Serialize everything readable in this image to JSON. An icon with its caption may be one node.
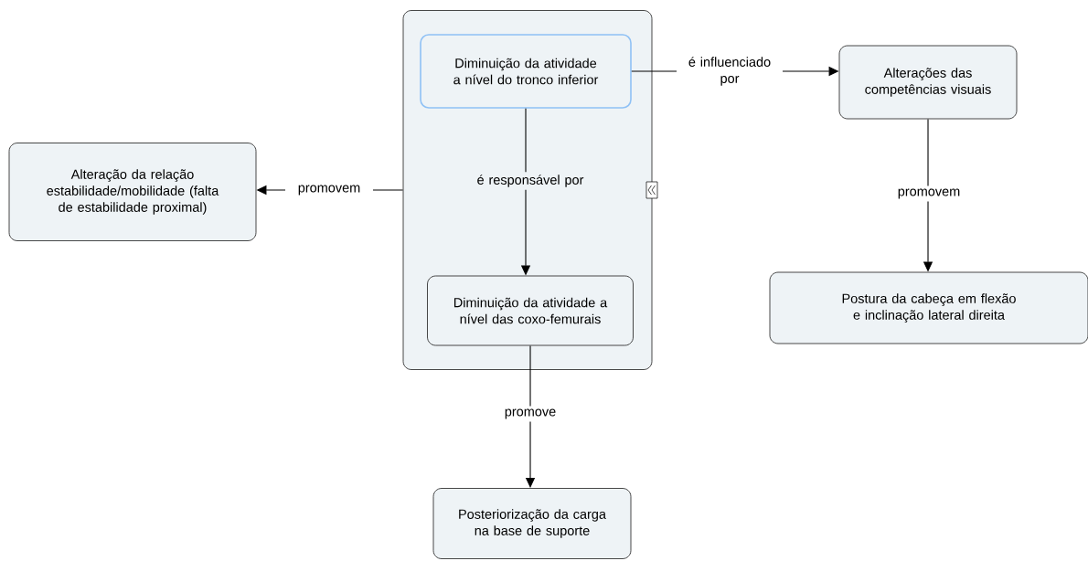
{
  "diagram": {
    "nodes": [
      {
        "text": [],
        "shape": "box"
      },
      {
        "text": [
          "Diminuição da atividade a nível do tronco inferior"
        ],
        "in": 0
      },
      {
        "text": [
          "Diminuição da atividade a nível das coxo-femurais"
        ],
        "in": 0
      },
      {
        "text": [
          "Alteração da relação estabilidade/mobilidade (falta de estabilidade proximal)"
        ]
      },
      {
        "text": [
          "Alterações das competências visuais"
        ]
      },
      {
        "text": [
          "Postura da cabeça em flexão e inclinação lateral direita"
        ]
      },
      {
        "text": [
          "Posteriorização da carga na base de suporte"
        ]
      }
    ],
    "edges": [
      {
        "from": 1,
        "to": 2,
        "arrow": "to",
        "label": "é responsável por"
      },
      {
        "from": 0,
        "to": 3,
        "arrow": "to",
        "label": "promovem"
      },
      {
        "from": 1,
        "to": 4,
        "arrow": "to",
        "label": "é influenciado por"
      },
      {
        "from": 4,
        "to": 5,
        "arrow": "to",
        "label": "promovem"
      },
      {
        "from": 2,
        "to": 6,
        "arrow": "to",
        "label": "promove"
      }
    ]
  }
}
